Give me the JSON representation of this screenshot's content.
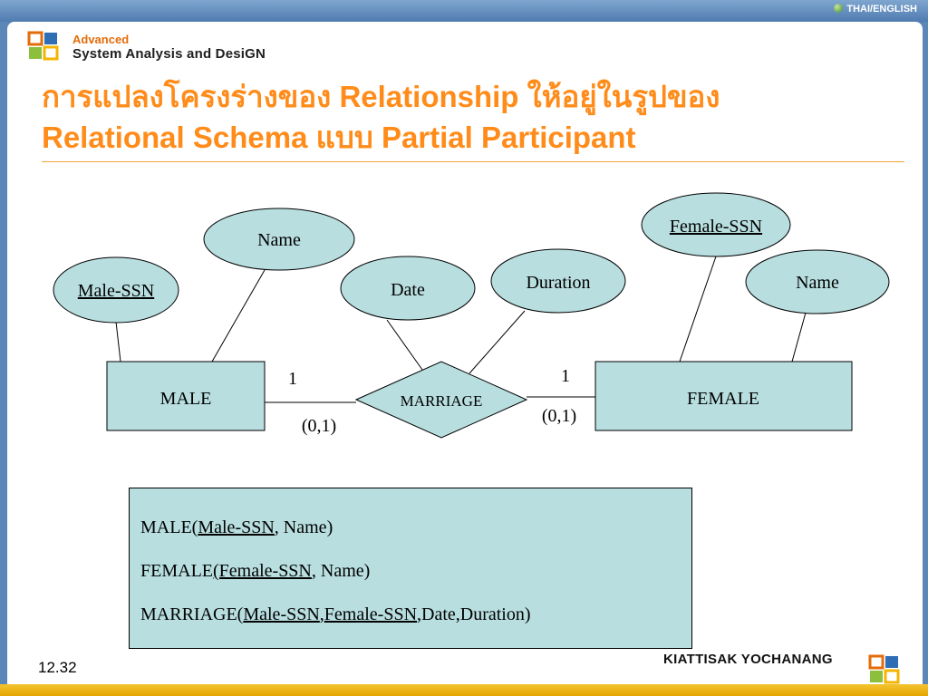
{
  "header": {
    "language_toggle": "THAI/ENGLISH",
    "logo_line1": "Advanced",
    "logo_line2": "System Analysis and DesiGN"
  },
  "title": {
    "line1": "การแปลงโครงร่างของ Relationship ให้อยู่ในรูปของ",
    "line2": "Relational Schema แบบ Partial Participant"
  },
  "diagram": {
    "entities": {
      "male": "MALE",
      "female": "FEMALE"
    },
    "relationship": "MARRIAGE",
    "attributes": {
      "male_ssn": "Male-SSN",
      "male_name": "Name",
      "date": "Date",
      "duration": "Duration",
      "female_ssn": "Female-SSN",
      "female_name": "Name"
    },
    "cardinality": {
      "left_max": "1",
      "left_range": "(0,1)",
      "right_max": "1",
      "right_range": "(0,1)"
    }
  },
  "schema": {
    "male": {
      "table": "MALE",
      "key": "Male-SSN",
      "rest": ", Name"
    },
    "female": {
      "table": "FEMALE",
      "key": "(Female-SSN",
      "rest": ", Name"
    },
    "marriage": {
      "table": "MARRIAGE",
      "key1": "Male-SSN",
      "sep": ",",
      "key2": "Female-SSN",
      "rest": ",Date,Duration"
    }
  },
  "footer": {
    "author": "KIATTISAK YOCHANANG",
    "page": "12.32"
  },
  "colors": {
    "title": "#ff8c1a",
    "shape_fill": "#b8dee0",
    "frame": "#5a86b8",
    "bottom_bar": "#f4c430"
  }
}
